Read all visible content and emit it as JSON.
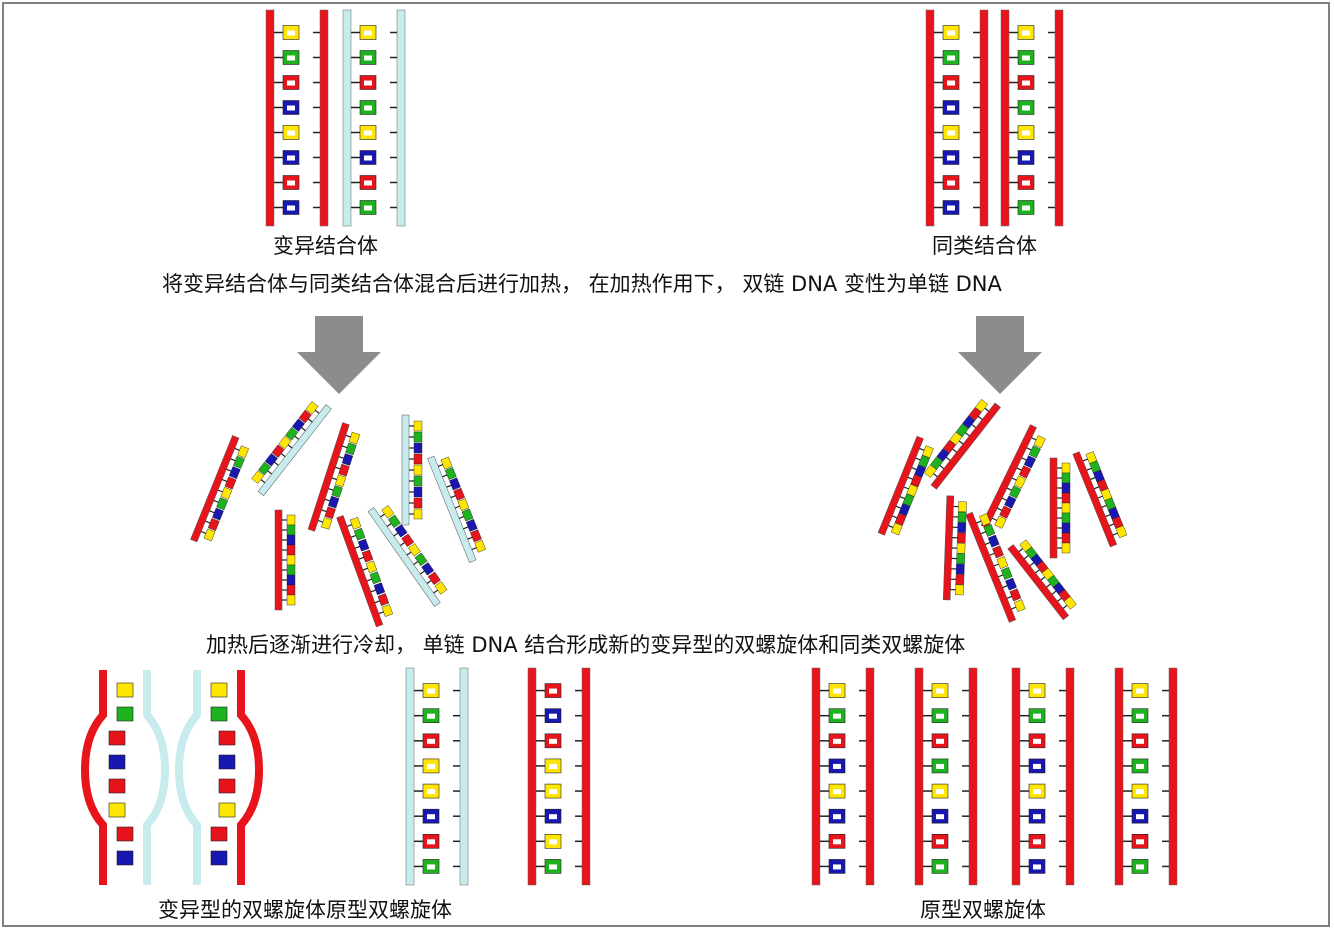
{
  "labels": {
    "variant_hybrid": "变异结合体",
    "homo_hybrid": "同类结合体",
    "heating_step": "将变异结合体与同类结合体混合后进行加热，  在加热作用下，  双链 DNA 变性为单链 DNA",
    "cooling_step": "加热后逐渐进行冷却，  单链 DNA 结合形成新的变异型的双螺旋体和同类双螺旋体",
    "bottom_left": "变异型的双螺旋体原型双螺旋体",
    "bottom_right": "原型双螺旋体"
  },
  "colors": {
    "frame": "#7f7f7f",
    "strand_red": "#e8141b",
    "strand_cyan": "#c8ecee",
    "base_yellow": "#ffe600",
    "base_green": "#1fb21f",
    "base_blue": "#1818b0",
    "base_red": "#e8141b",
    "arrow": "#8c8c8c"
  }
}
